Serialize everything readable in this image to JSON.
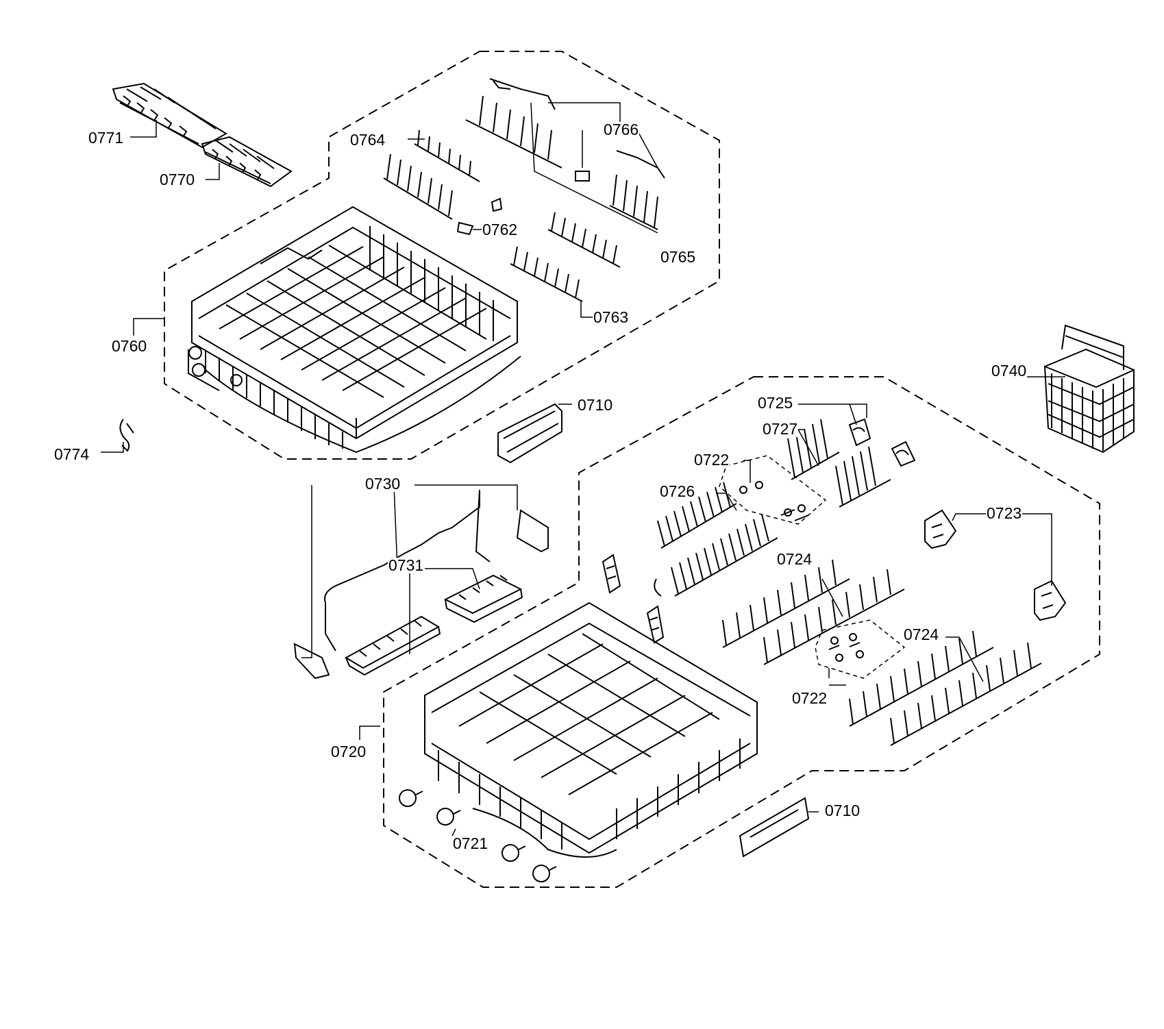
{
  "colors": {
    "background": "#ffffff",
    "ink": "#000000"
  },
  "labels": {
    "p0771": "0771",
    "p0770": "0770",
    "p0764": "0764",
    "p0766": "0766",
    "p0762": "0762",
    "p0765": "0765",
    "p0763": "0763",
    "p0760": "0760",
    "p0774": "0774",
    "p0710_upper": "0710",
    "p0740": "0740",
    "p0725": "0725",
    "p0727": "0727",
    "p0722_upper": "0722",
    "p0726": "0726",
    "p0730": "0730",
    "p0731": "0731",
    "p0723": "0723",
    "p0724_upper": "0724",
    "p0724_lower": "0724",
    "p0722_lower": "0722",
    "p0720": "0720",
    "p0721": "0721",
    "p0710_lower": "0710"
  }
}
